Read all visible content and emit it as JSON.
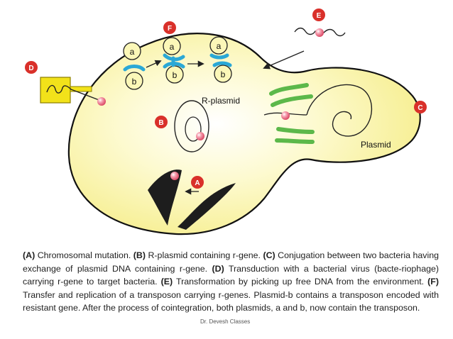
{
  "diagram": {
    "markers": {
      "a": "A",
      "b": "B",
      "c": "C",
      "d": "D",
      "e": "E",
      "f": "F"
    },
    "plasmid_a_label": "a",
    "plasmid_b_label": "b",
    "r_plasmid_label": "R-plasmid",
    "plasmid_label": "Plasmid"
  },
  "caption": [
    {
      "key": "(A)",
      "text": " Chromosomal mutation. "
    },
    {
      "key": "(B)",
      "text": " R-plasmid containing r-gene. "
    },
    {
      "key": "(C)",
      "text": " Conjugation between two bacteria having exchange of plasmid DNA containing r-gene. "
    },
    {
      "key": "(D)",
      "text": " Transduction with a bacterial virus (bacte-riophage) carrying r-gene to target bacteria. "
    },
    {
      "key": "(E)",
      "text": " Transformation by picking up free DNA from the environment. "
    },
    {
      "key": "(F)",
      "text": " Transfer and replication of a transposon carrying r-genes. Plasmid-b contains a transposon encoded with resistant gene. After the process of cointegration, both plasmids, a and b, now contain the transposon."
    }
  ],
  "credit": "Dr. Devesh Classes",
  "colors": {
    "cell_fill": "#fbf7b8",
    "cell_center": "#fffde8",
    "marker_red": "#d9302a",
    "transposon_blue": "#2aa8d6",
    "pili_green": "#5cb84a",
    "phage_yellow": "#f2e21a",
    "dna_pink": "#e85a78"
  }
}
